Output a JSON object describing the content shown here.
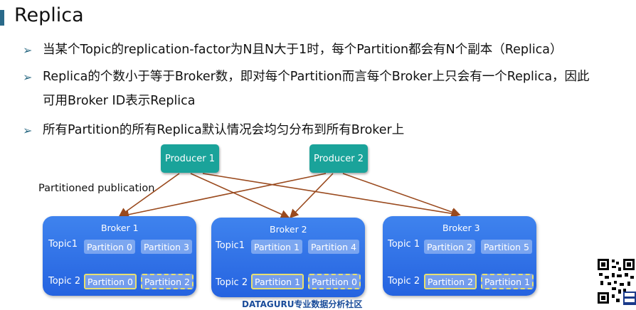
{
  "title": "Replica",
  "bullets": [
    "当某个Topic的replication-factor为N且N大于1时，每个Partition都会有N个副本（Replica）",
    "Replica的个数小于等于Broker数，即对每个Partition而言每个Broker上只会有一个Replica，因此",
    "可用Broker ID表示Replica",
    "所有Partition的所有Replica默认情况会均匀分布到所有Broker上"
  ],
  "bullet_glyph": "➢",
  "producers": [
    "Producer 1",
    "Producer 2"
  ],
  "publication_label": "Partitioned publication",
  "brokers": [
    {
      "name": "Broker 1",
      "topic1_label": "Topic1",
      "topic2_label": "Topic 2",
      "topic1": [
        "Partition 0",
        "Partition 3"
      ],
      "topic2": [
        "Partition 0",
        "Partition 2"
      ]
    },
    {
      "name": "Broker 2",
      "topic1_label": "Topic1",
      "topic2_label": "Topic 2",
      "topic1": [
        "Partition 1",
        "Partition 4"
      ],
      "topic2": [
        "Partition 1",
        "Partition 0"
      ]
    },
    {
      "name": "Broker 3",
      "topic1_label": "Topic 1",
      "topic2_label": "Topic 2",
      "topic1": [
        "Partition 2",
        "Partition 5"
      ],
      "topic2": [
        "Partition 2",
        "Partition 1"
      ]
    }
  ],
  "footer": "DATAGURU专业数据分析社区",
  "colors": {
    "producer": "#1aa39a",
    "broker": "#2f6fe8",
    "arrow": "#9a4a1e",
    "replica_border": "#e8e070"
  }
}
